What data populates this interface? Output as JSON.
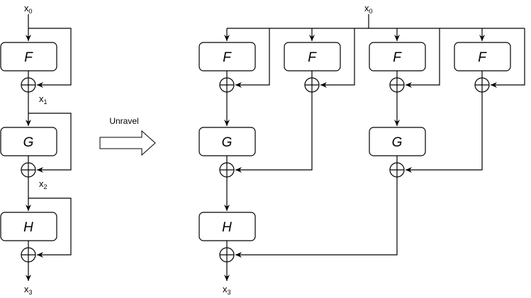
{
  "left_diagram": {
    "input": {
      "base": "x",
      "sub": "0"
    },
    "blocks": [
      {
        "label": "F",
        "output": {
          "base": "x",
          "sub": "1"
        }
      },
      {
        "label": "G",
        "output": {
          "base": "x",
          "sub": "2"
        }
      },
      {
        "label": "H",
        "output": {
          "base": "x",
          "sub": "3"
        }
      }
    ]
  },
  "transform_arrow": {
    "label": "Unravel"
  },
  "right_diagram": {
    "input": {
      "base": "x",
      "sub": "0"
    },
    "output": {
      "base": "x",
      "sub": "3"
    },
    "paths": [
      {
        "blocks": [
          "F",
          "G",
          "H"
        ]
      },
      {
        "blocks": [
          "F"
        ]
      },
      {
        "blocks": [
          "F",
          "G"
        ]
      },
      {
        "blocks": [
          "F"
        ]
      }
    ]
  },
  "colors": {
    "stroke": "#000000",
    "background": "#ffffff"
  }
}
